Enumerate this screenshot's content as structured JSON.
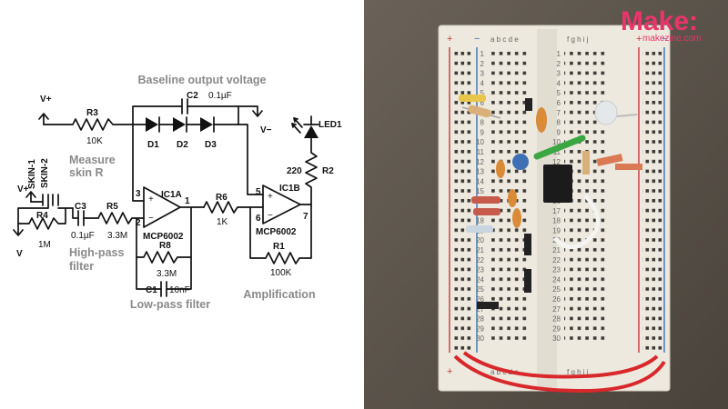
{
  "schematic": {
    "sections": {
      "baseline": "Baseline output voltage",
      "measure_line1": "Measure",
      "measure_line2": "skin R",
      "highpass_line1": "High-pass",
      "highpass_line2": "filter",
      "lowpass": "Low-pass filter",
      "amplification": "Amplification"
    },
    "labels": {
      "vplus_top": "V+",
      "vminus_top": "V−",
      "r3_name": "R3",
      "r3_value": "10K",
      "c2_name": "C2",
      "c2_value": "0.1µF",
      "d1": "D1",
      "d2": "D2",
      "d3": "D3",
      "led1": "LED1",
      "r2_value": "220",
      "r2_name": "R2",
      "skin1": "SKIN-1",
      "skin2": "SKIN-2",
      "vplus_left": "V+",
      "v_left": "V",
      "r4_name": "R4",
      "r4_value": "1M",
      "c3_name": "C3",
      "c3_value": "0.1µF",
      "r5_name": "R5",
      "r5_value": "3.3M",
      "ic1a_name": "IC1A",
      "ic1a_part": "MCP6002",
      "pin3": "3",
      "pin2": "2",
      "pin1": "1",
      "r6_name": "R6",
      "r6_value": "1K",
      "ic1b_name": "IC1B",
      "ic1b_part": "MCP6002",
      "pin5": "5",
      "pin6": "6",
      "pin7": "7",
      "r8_name": "R8",
      "r8_value": "3.3M",
      "c1_name": "C1",
      "c1_value": "10nF",
      "r1_name": "R1",
      "r1_value": "100K"
    }
  },
  "photo": {
    "logo_word": "Make:",
    "logo_sub": "makezine.com",
    "col_letters_left": "a b c d e",
    "col_letters_right": "f g h i j",
    "plus": "+",
    "minus": "−",
    "row_numbers": [
      "1",
      "2",
      "3",
      "4",
      "5",
      "6",
      "7",
      "8",
      "9",
      "10",
      "11",
      "12",
      "13",
      "14",
      "15",
      "16",
      "17",
      "18",
      "19",
      "20",
      "21",
      "22",
      "23",
      "24",
      "25",
      "26",
      "27",
      "28",
      "29",
      "30"
    ],
    "colors": {
      "board": "#ede9de",
      "background": "#5a5248",
      "rail_red": "#c8373a",
      "rail_blue": "#3a73b5",
      "logo": "#e8356b"
    }
  }
}
